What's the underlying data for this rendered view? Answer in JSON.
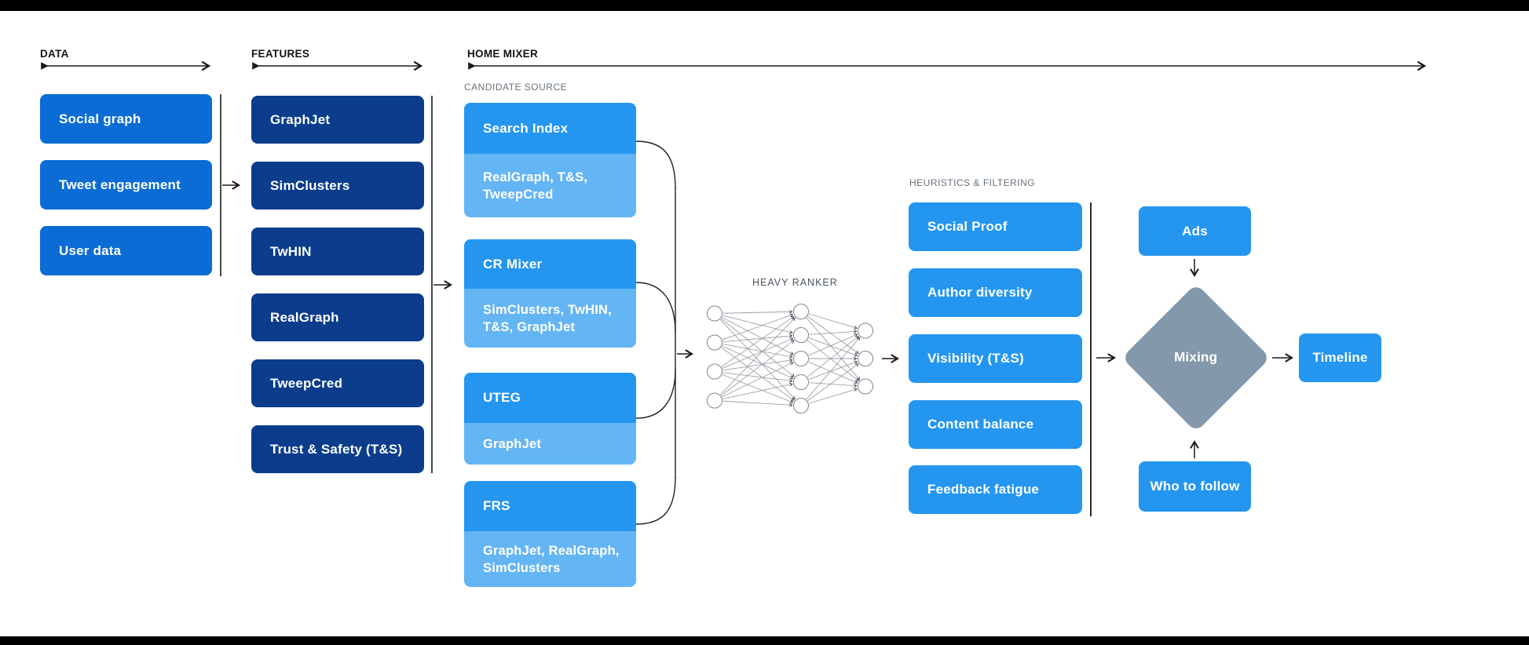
{
  "colors": {
    "data_box": "#0a6cd4",
    "features_box": "#0b3d8c",
    "bright_box": "#2496ef",
    "light_box": "#64b5f3",
    "diamond": "#8399ab",
    "bar": "#000000"
  },
  "headers": {
    "data": "DATA",
    "features": "FEATURES",
    "home_mixer": "HOME MIXER",
    "candidate_source": "CANDIDATE SOURCE",
    "heavy_ranker": "HEAVY RANKER",
    "heuristics": "HEURISTICS & FILTERING"
  },
  "data_boxes": [
    "Social graph",
    "Tweet engagement",
    "User data"
  ],
  "features_boxes": [
    "GraphJet",
    "SimClusters",
    "TwHIN",
    "RealGraph",
    "TweepCred",
    "Trust & Safety (T&S)"
  ],
  "candidate_boxes": [
    {
      "title": "Search Index",
      "sub": "RealGraph, T&S, TweepCred"
    },
    {
      "title": "CR Mixer",
      "sub": "SimClusters, TwHIN, T&S, GraphJet"
    },
    {
      "title": "UTEG",
      "sub": "GraphJet"
    },
    {
      "title": "FRS",
      "sub": "GraphJet, RealGraph, SimClusters"
    }
  ],
  "heuristics_boxes": [
    "Social Proof",
    "Author diversity",
    "Visibility (T&S)",
    "Content balance",
    "Feedback fatigue"
  ],
  "mixing": {
    "ads": "Ads",
    "diamond": "Mixing",
    "who_to_follow": "Who to follow",
    "timeline": "Timeline"
  },
  "heavy_ranker_network": {
    "layers": [
      4,
      5,
      3
    ]
  }
}
